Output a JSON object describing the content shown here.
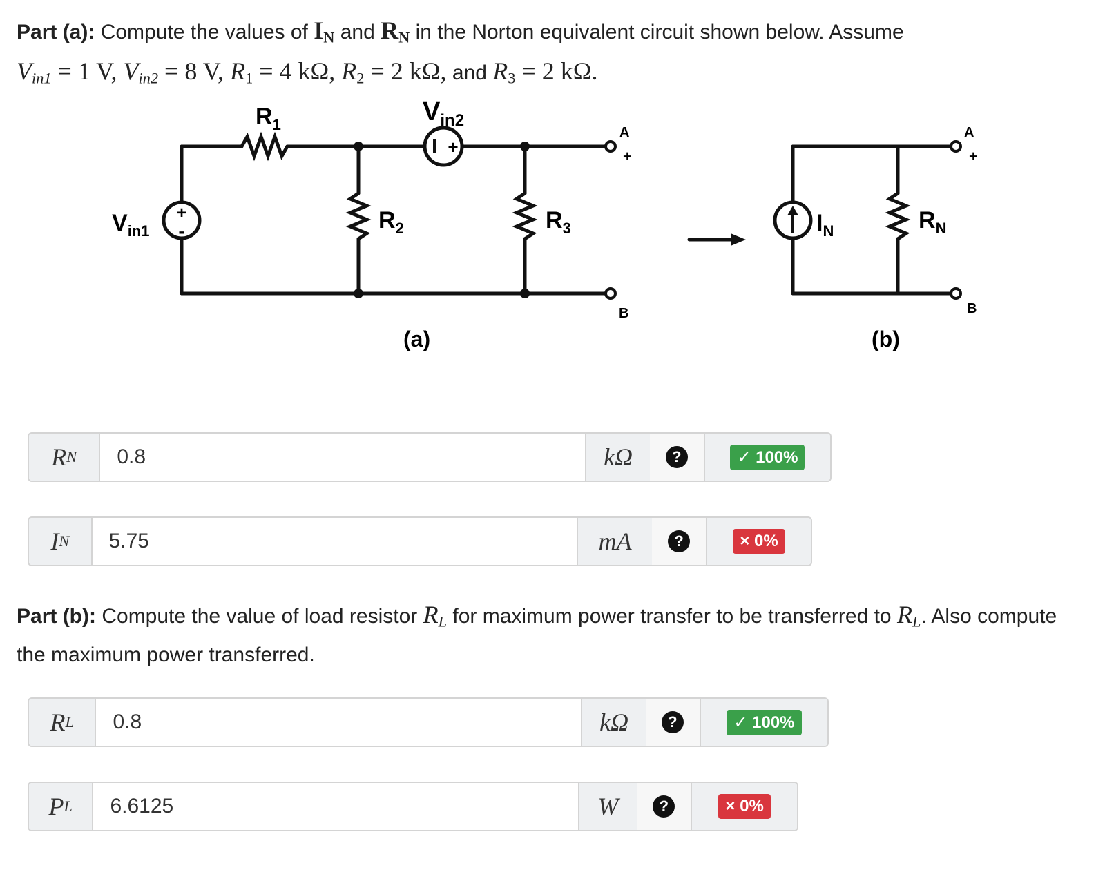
{
  "part_a": {
    "heading": "Part (a):",
    "text_1": "Compute the values of",
    "IN_sym": "I",
    "IN_sub": "N",
    "and_1": "and",
    "RN_sym": "R",
    "RN_sub": "N",
    "text_2": "in the Norton equivalent circuit shown below. Assume",
    "vin1": "V",
    "vin1_sub": "in1",
    "vin1_val": "= 1 V,",
    "vin2": "V",
    "vin2_sub": "in2",
    "vin2_val": "= 8 V,",
    "r1": "R",
    "r1_sub": "1",
    "r1_val": "= 4 kΩ,",
    "r2": "R",
    "r2_sub": "2",
    "r2_val": "= 2 kΩ,",
    "and_2": "and",
    "r3": "R",
    "r3_sub": "3",
    "r3_val": "= 2 kΩ."
  },
  "circuit": {
    "label_r1": "R",
    "label_r1_sub": "1",
    "label_vin2": "V",
    "label_vin2_sub": "in2",
    "label_vin1": "V",
    "label_vin1_sub": "in1",
    "label_r2": "R",
    "label_r2_sub": "2",
    "label_r3": "R",
    "label_r3_sub": "3",
    "label_A": "A",
    "label_B": "B",
    "plus": "+",
    "minus": "-",
    "caption_a": "(a)",
    "label_IN": "I",
    "label_IN_sub": "N",
    "label_RN": "R",
    "label_RN_sub": "N",
    "label_A2": "A",
    "label_B2": "B",
    "caption_b": "(b)"
  },
  "answers_a": [
    {
      "label": "R",
      "sub": "N",
      "value": "0.8",
      "unit": "kΩ",
      "help": "?",
      "score": "✓ 100%",
      "status": "correct"
    },
    {
      "label": "I",
      "sub": "N",
      "value": "5.75",
      "unit": "mA",
      "help": "?",
      "score": "× 0%",
      "status": "incorrect"
    }
  ],
  "part_b": {
    "heading": "Part (b):",
    "text_1": "Compute the value of load resistor",
    "rl": "R",
    "rl_sub": "L",
    "text_2": "for maximum power transfer to be transferred to",
    "rl2": "R",
    "rl2_sub": "L",
    "text_3": ". Also compute the maximum power transferred."
  },
  "answers_b": [
    {
      "label": "R",
      "sub": "L",
      "value": "0.8",
      "unit": "kΩ",
      "help": "?",
      "score": "✓ 100%",
      "status": "correct"
    },
    {
      "label": "P",
      "sub": "L",
      "value": "6.6125",
      "unit": "W",
      "help": "?",
      "score": "× 0%",
      "status": "incorrect"
    }
  ],
  "colors": {
    "correct": "#3aa04a",
    "incorrect": "#d9363e",
    "field_border": "#d4d4d4",
    "addon_bg": "#eef0f2"
  }
}
